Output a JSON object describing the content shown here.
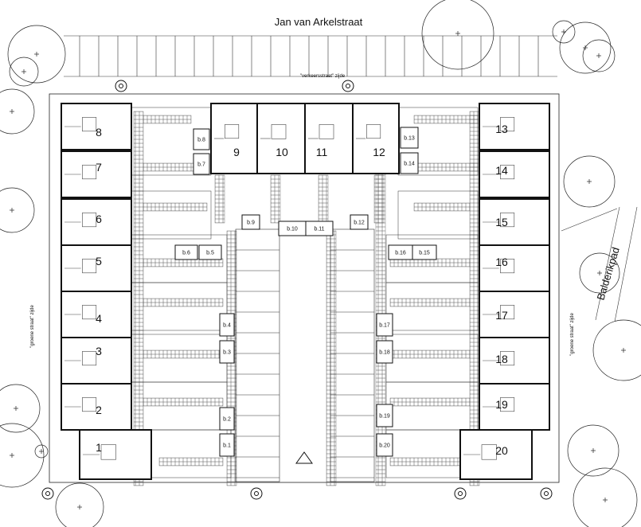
{
  "streets": {
    "north": "Jan van Arkelstraat",
    "east": "Balderikpad"
  },
  "side_notes": {
    "traffic_side": "\"verkeersstraat\" zijde",
    "green_street_west": "\"groene straat\" zijde",
    "green_street_east": "\"groene straat\" zijde"
  },
  "units": [
    "1",
    "2",
    "3",
    "4",
    "5",
    "6",
    "7",
    "8",
    "9",
    "10",
    "11",
    "12",
    "13",
    "14",
    "15",
    "16",
    "17",
    "18",
    "19",
    "20"
  ],
  "sheds": [
    "b.1",
    "b.2",
    "b.3",
    "b.4",
    "b.5",
    "b.6",
    "b.7",
    "b.8",
    "b.9",
    "b.10",
    "b.11",
    "b.12",
    "b.13",
    "b.14",
    "b.15",
    "b.16",
    "b.17",
    "b.18",
    "b.19",
    "b.20"
  ],
  "colors": {
    "line": "#111111",
    "paper": "#ffffff",
    "hatch": "#444444"
  }
}
